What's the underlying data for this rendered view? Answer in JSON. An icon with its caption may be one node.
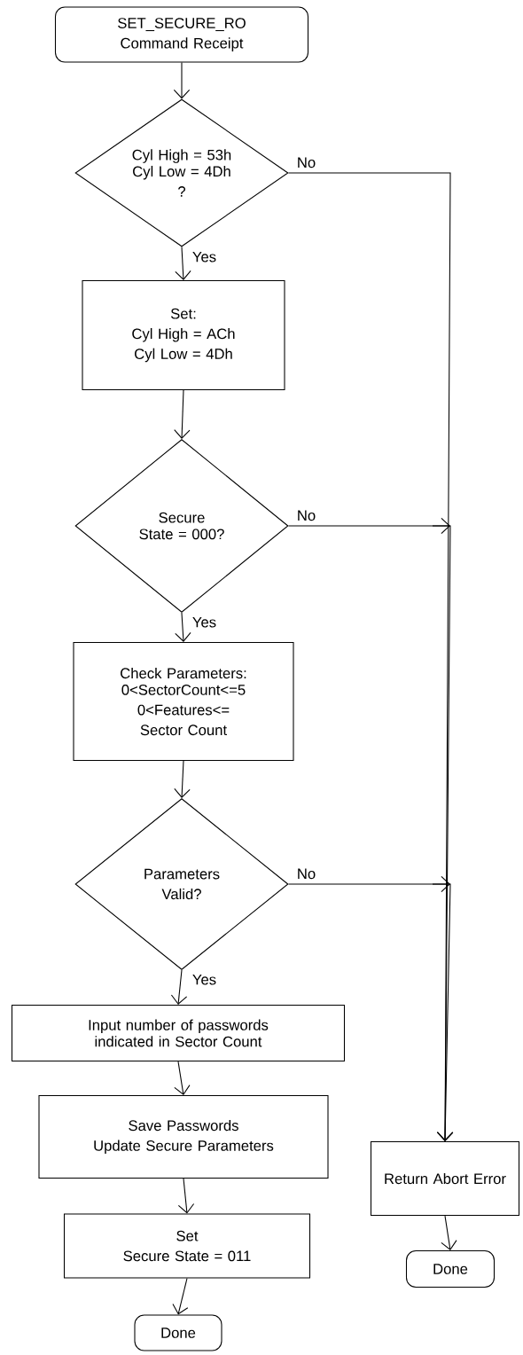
{
  "diagram": {
    "nodes": [
      {
        "text": [
          "SET_SECURE_RO",
          "Command Receipt"
        ]
      },
      {
        "text": [
          "Cyl High = 53h Cyl Low = 4Dh",
          "?"
        ]
      },
      {
        "text": [
          "Set:",
          "Cyl High = ACh",
          "Cyl Low = 4Dh"
        ]
      },
      {
        "text": [
          "Secure State = 000?"
        ]
      },
      {
        "text": [
          "Check Parameters: 0<SectorCount<=5",
          "0<Features<=",
          "Sector Count"
        ]
      },
      {
        "text": [
          "Parameters",
          "Valid?"
        ]
      },
      {
        "text": [
          "Input number of passwords indicated in Sector Count"
        ]
      },
      {
        "text": [
          "Save Passwords",
          "Update Secure Parameters"
        ]
      },
      {
        "text": [
          "Set",
          "Secure State = 011"
        ]
      },
      {
        "text": [
          "Done"
        ]
      },
      {
        "text": [
          "Return Abort Error"
        ]
      },
      {
        "text": [
          "Done"
        ]
      }
    ],
    "edges": [
      {
        "from": 0,
        "to": 1,
        "arrow": "to"
      },
      {
        "from": 1,
        "to": 2,
        "arrow": "to",
        "label": "Yes"
      },
      {
        "from": 2,
        "to": 3,
        "arrow": "to"
      },
      {
        "from": 3,
        "to": 4,
        "arrow": "to",
        "label": "Yes"
      },
      {
        "from": 4,
        "to": 5,
        "arrow": "to"
      },
      {
        "from": 5,
        "to": 6,
        "arrow": "to",
        "label": "Yes"
      },
      {
        "from": 6,
        "to": 7,
        "arrow": "to"
      },
      {
        "from": 7,
        "to": 8,
        "arrow": "to"
      },
      {
        "from": 8,
        "to": 9,
        "arrow": "to"
      },
      {
        "from": 1,
        "to": 10,
        "arrow": "to",
        "label": "No"
      },
      {
        "from": 3,
        "to": 10,
        "arrow": "to",
        "label": "No"
      },
      {
        "from": 5,
        "to": 10,
        "arrow": "to",
        "label": "No"
      },
      {
        "from": 10,
        "to": 11,
        "arrow": "to"
      }
    ]
  }
}
